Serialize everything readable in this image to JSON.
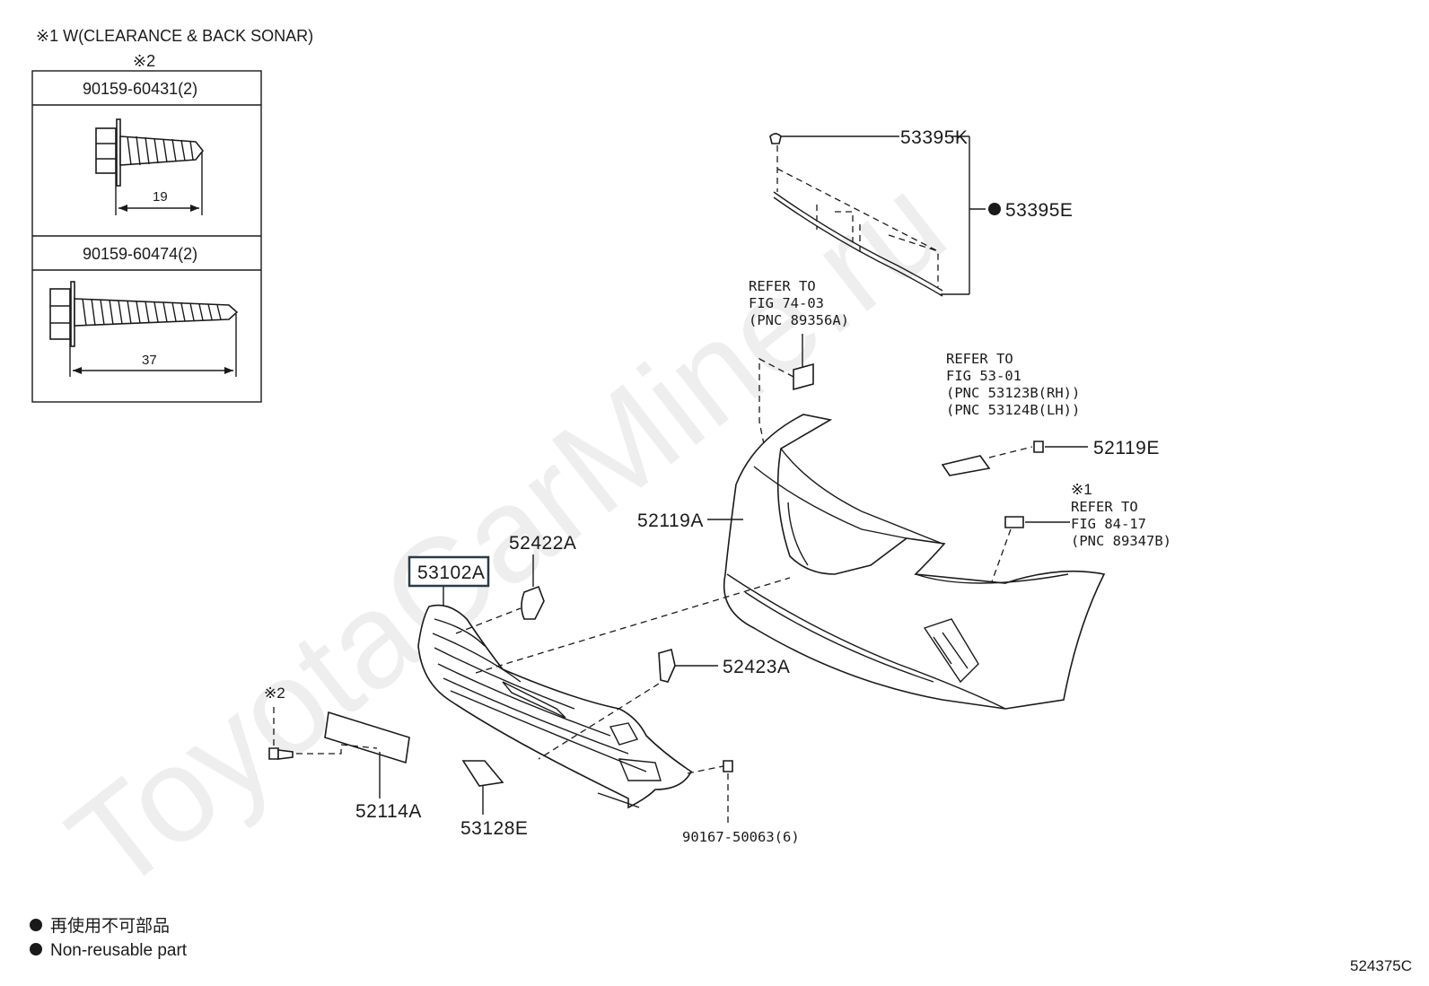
{
  "notes": {
    "note1": "※1 W(CLEARANCE & BACK SONAR)",
    "note2_top": "※2",
    "note2_part": "※2",
    "note1_ref": "※1"
  },
  "fastener_table": {
    "row1": {
      "part_no": "90159-60431(2)",
      "length": "19"
    },
    "row2": {
      "part_no": "90159-60474(2)",
      "length": "37"
    }
  },
  "parts": {
    "p53395K": "53395K",
    "p53395E": "53395E",
    "p52119E": "52119E",
    "p52119A": "52119A",
    "p52422A": "52422A",
    "p53102A": "53102A",
    "p52423A": "52423A",
    "p52114A": "52114A",
    "p53128E": "53128E",
    "p90167": "90167-50063(6)"
  },
  "refs": {
    "ref1": [
      "REFER TO",
      "FIG 74-03",
      "(PNC 89356A)"
    ],
    "ref2": [
      "REFER TO",
      "FIG 53-01",
      "(PNC 53123B(RH))",
      "(PNC 53124B(LH))"
    ],
    "ref3": [
      "REFER TO",
      "FIG 84-17",
      "(PNC 89347B)"
    ]
  },
  "legend": {
    "line1": "再使用不可部品",
    "line2": "Non-reusable part"
  },
  "figure_id": "524375C",
  "watermark": "ToyotaCarMine.ru",
  "colors": {
    "line": "#1a1a1a",
    "highlight_border": "#2a3a4a",
    "watermark": "#eeeeee"
  }
}
